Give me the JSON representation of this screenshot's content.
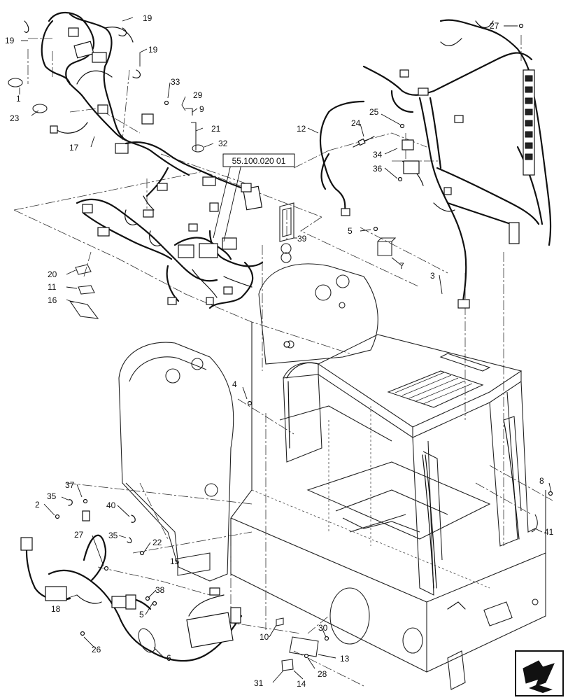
{
  "diagram": {
    "reference_box": "55.100.020 01",
    "callouts": [
      {
        "id": "c19a",
        "label": "19"
      },
      {
        "id": "c19b",
        "label": "19"
      },
      {
        "id": "c19c",
        "label": "19"
      },
      {
        "id": "c1",
        "label": "1"
      },
      {
        "id": "c23",
        "label": "23"
      },
      {
        "id": "c17",
        "label": "17"
      },
      {
        "id": "c33",
        "label": "33"
      },
      {
        "id": "c29",
        "label": "29"
      },
      {
        "id": "c9",
        "label": "9"
      },
      {
        "id": "c21",
        "label": "21"
      },
      {
        "id": "c32",
        "label": "32"
      },
      {
        "id": "c39",
        "label": "39"
      },
      {
        "id": "c20",
        "label": "20"
      },
      {
        "id": "c11",
        "label": "11"
      },
      {
        "id": "c16",
        "label": "16"
      },
      {
        "id": "c27a",
        "label": "27"
      },
      {
        "id": "c12",
        "label": "12"
      },
      {
        "id": "c25",
        "label": "25"
      },
      {
        "id": "c24",
        "label": "24"
      },
      {
        "id": "c34",
        "label": "34"
      },
      {
        "id": "c36",
        "label": "36"
      },
      {
        "id": "c5a",
        "label": "5"
      },
      {
        "id": "c7",
        "label": "7"
      },
      {
        "id": "c3",
        "label": "3"
      },
      {
        "id": "c4",
        "label": "4"
      },
      {
        "id": "c37",
        "label": "37"
      },
      {
        "id": "c35a",
        "label": "35"
      },
      {
        "id": "c2",
        "label": "2"
      },
      {
        "id": "c40",
        "label": "40"
      },
      {
        "id": "c35b",
        "label": "35"
      },
      {
        "id": "c22",
        "label": "22"
      },
      {
        "id": "c27b",
        "label": "27"
      },
      {
        "id": "c15",
        "label": "15"
      },
      {
        "id": "c38",
        "label": "38"
      },
      {
        "id": "c18",
        "label": "18"
      },
      {
        "id": "c5b",
        "label": "5"
      },
      {
        "id": "c26",
        "label": "26"
      },
      {
        "id": "c6",
        "label": "6"
      },
      {
        "id": "c10",
        "label": "10"
      },
      {
        "id": "c30",
        "label": "30"
      },
      {
        "id": "c13",
        "label": "13"
      },
      {
        "id": "c31",
        "label": "31"
      },
      {
        "id": "c14",
        "label": "14"
      },
      {
        "id": "c28",
        "label": "28"
      },
      {
        "id": "c8",
        "label": "8"
      },
      {
        "id": "c41",
        "label": "41"
      }
    ]
  },
  "nav_icon": "next-page-arrow-icon"
}
